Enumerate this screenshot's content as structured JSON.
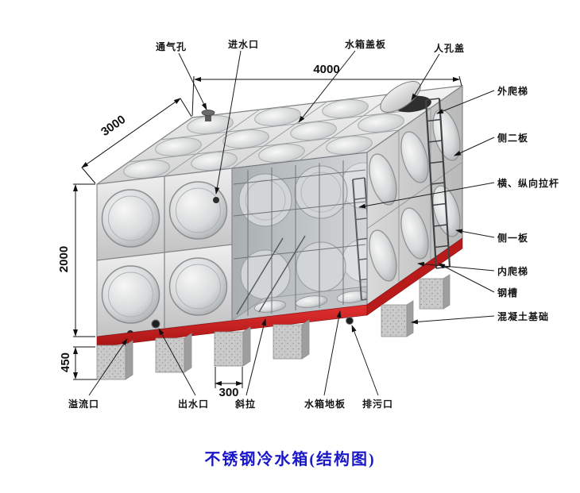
{
  "title": "不锈钢冷水箱(结构图)",
  "labels": {
    "vent": "通气孔",
    "inlet": "进水口",
    "tank_cover": "水箱盖板",
    "manhole_cover": "人孔盖",
    "external_ladder": "外爬梯",
    "side_panel_2": "侧二板",
    "tie_rods": "横、纵向拉杆",
    "side_panel_1": "侧一板",
    "internal_ladder": "内爬梯",
    "steel_channel": "钢槽",
    "concrete_foundation": "混凝土基础",
    "overflow": "溢流口",
    "outlet": "出水口",
    "diagonal_brace": "斜拉",
    "tank_floor": "水箱地板",
    "drain": "排污口"
  },
  "dimensions": {
    "length": "4000",
    "depth": "3000",
    "height": "2000",
    "foundation_height": "450",
    "pier_width": "300"
  },
  "colors": {
    "title_blue": "#1a17c9",
    "channel_red": "#cf1f1f",
    "steel_gray": "#d6d6d6"
  }
}
